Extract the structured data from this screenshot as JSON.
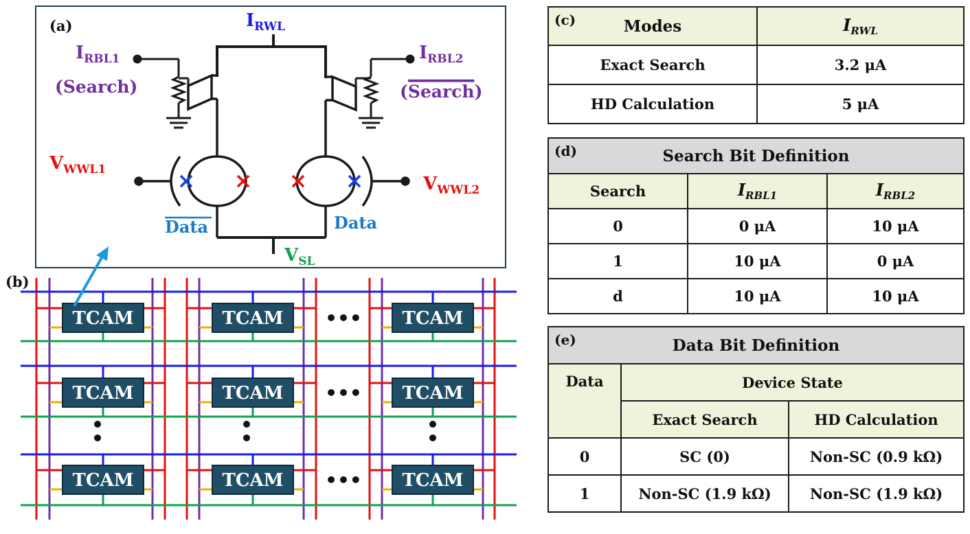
{
  "panel_a": {
    "tag": "(a)",
    "i_rwl_main": "I",
    "i_rwl_sub": "RWL",
    "i_rbl1_main": "I",
    "i_rbl1_sub": "RBL1",
    "i_rbl2_main": "I",
    "i_rbl2_sub": "RBL2",
    "search_left": "(Search)",
    "search_right_open": "(",
    "search_right_word": "Search",
    "search_right_close": ")",
    "v_wwl1_main": "V",
    "v_wwl1_sub": "WWL1",
    "v_wwl2_main": "V",
    "v_wwl2_sub": "WWL2",
    "data_bar": "Data",
    "data": "Data",
    "v_sl_main": "V",
    "v_sl_sub": "SL",
    "colors": {
      "blue": "#1a1aee",
      "purple": "#7030a0",
      "red": "#e31010",
      "green": "#10a050",
      "lightblue": "#1a7ac8"
    }
  },
  "panel_b": {
    "tag": "(b)",
    "cell_label": "TCAM",
    "dots": "•••",
    "colors": {
      "cell_fill": "#1f4e66",
      "wordline_blue": "#1a1aee",
      "red": "#e31010",
      "green": "#10a050",
      "purple": "#7030a0",
      "yellow": "#f0b000"
    }
  },
  "table_c": {
    "tag": "(c)",
    "col1_header": "Modes",
    "col2_header_main": "I",
    "col2_header_sub": "RWL",
    "rows": [
      {
        "mode": "Exact Search",
        "current": "3.2 μA"
      },
      {
        "mode": "HD Calculation",
        "current": "5 μA"
      }
    ]
  },
  "table_d": {
    "tag": "(d)",
    "title": "Search Bit Definition",
    "col1_header": "Search",
    "col2_header_main": "I",
    "col2_header_sub": "RBL1",
    "col3_header_main": "I",
    "col3_header_sub": "RBL2",
    "rows": [
      {
        "search": "0",
        "rbl1": "0 μA",
        "rbl2": "10 μA"
      },
      {
        "search": "1",
        "rbl1": "10 μA",
        "rbl2": "0 μA"
      },
      {
        "search": "d",
        "rbl1": "10 μA",
        "rbl2": "10 μA"
      }
    ]
  },
  "table_e": {
    "tag": "(e)",
    "title": "Data Bit Definition",
    "col1_header": "Data",
    "group_header": "Device State",
    "sub1": "Exact Search",
    "sub2": "HD Calculation",
    "rows": [
      {
        "data": "0",
        "exact": "SC (0)",
        "hd": "Non-SC (0.9 kΩ)"
      },
      {
        "data": "1",
        "exact": "Non-SC (1.9 kΩ)",
        "hd": "Non-SC (1.9 kΩ)"
      }
    ]
  }
}
